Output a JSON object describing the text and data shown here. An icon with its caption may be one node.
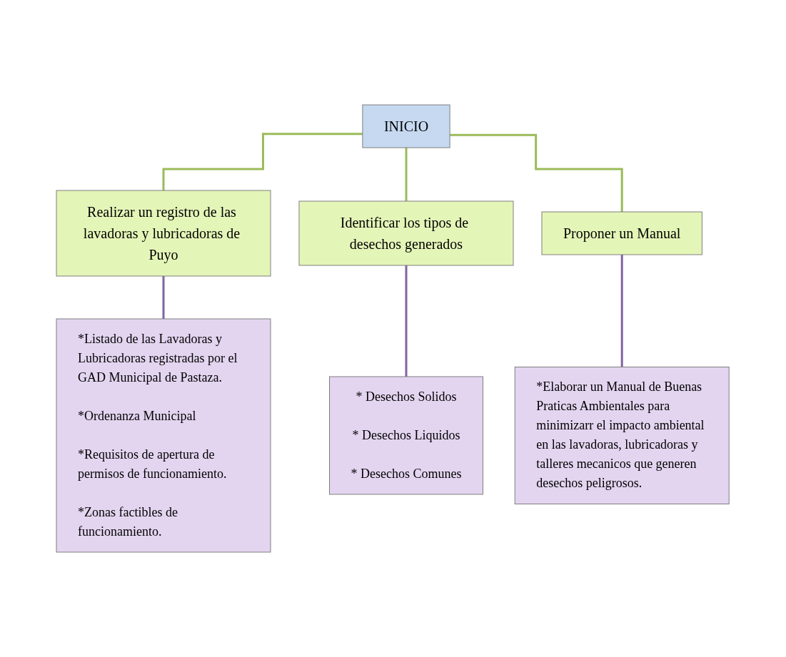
{
  "diagram": {
    "nodes": [
      {
        "text": [
          "INICIO"
        ]
      },
      {
        "text": [
          "Realizar un registro de las lavadoras y lubricadoras de Puyo"
        ]
      },
      {
        "text": [
          "Identificar los tipos de desechos generados"
        ]
      },
      {
        "text": [
          "Proponer un Manual"
        ]
      },
      {
        "text": [
          "*Listado de las Lavadoras y Lubricadoras registradas por el GAD Municipal de Pastaza.",
          "*Ordenanza Municipal",
          "*Requisitos de apertura de permisos de funcionamiento.",
          "*Zonas factibles de funcionamiento."
        ]
      },
      {
        "text": [
          "* Desechos Solidos",
          "* Desechos Liquidos",
          "* Desechos Comunes"
        ]
      },
      {
        "text": [
          "*Elaborar un Manual de Buenas Praticas Ambientales para minimizarr el impacto ambiental en las lavadoras, lubricadoras y talleres mecanicos que generen desechos peligrosos."
        ]
      }
    ],
    "edges": [
      {
        "from": 0,
        "to": 1,
        "arrow": "none",
        "color": "#9bbb59"
      },
      {
        "from": 0,
        "to": 2,
        "arrow": "none",
        "color": "#9bbb59"
      },
      {
        "from": 0,
        "to": 3,
        "arrow": "none",
        "color": "#9bbb59"
      },
      {
        "from": 1,
        "to": 4,
        "arrow": "none",
        "color": "#8064a2"
      },
      {
        "from": 2,
        "to": 5,
        "arrow": "none",
        "color": "#8064a2"
      },
      {
        "from": 3,
        "to": 6,
        "arrow": "none",
        "color": "#8064a2"
      }
    ]
  }
}
